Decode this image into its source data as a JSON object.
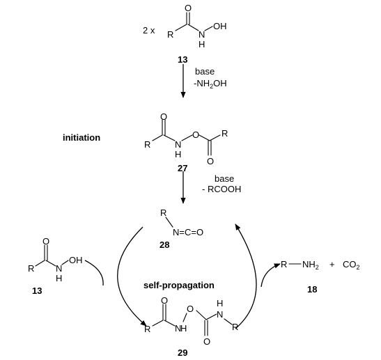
{
  "reagents": {
    "multiplier": "2 x",
    "step1": {
      "line1": "base",
      "line2_prefix": "-NH",
      "line2_sub": "2",
      "line2_suffix": "OH"
    },
    "step2": {
      "line1": "base",
      "line2": "- RCOOH"
    }
  },
  "labels": {
    "initiation": "initiation",
    "self_propagation": "self-propagation",
    "plus": "+"
  },
  "compounds": {
    "c13": "13",
    "c27": "27",
    "c28": "28",
    "c29": "29",
    "c18": "18"
  },
  "atoms": {
    "O": "O",
    "N": "N",
    "H": "H",
    "OH": "OH",
    "R": "R",
    "NCO": "N=C=O",
    "NH2": "NH",
    "NH2_sub": "2",
    "CO2": "CO",
    "CO2_sub": "2"
  }
}
